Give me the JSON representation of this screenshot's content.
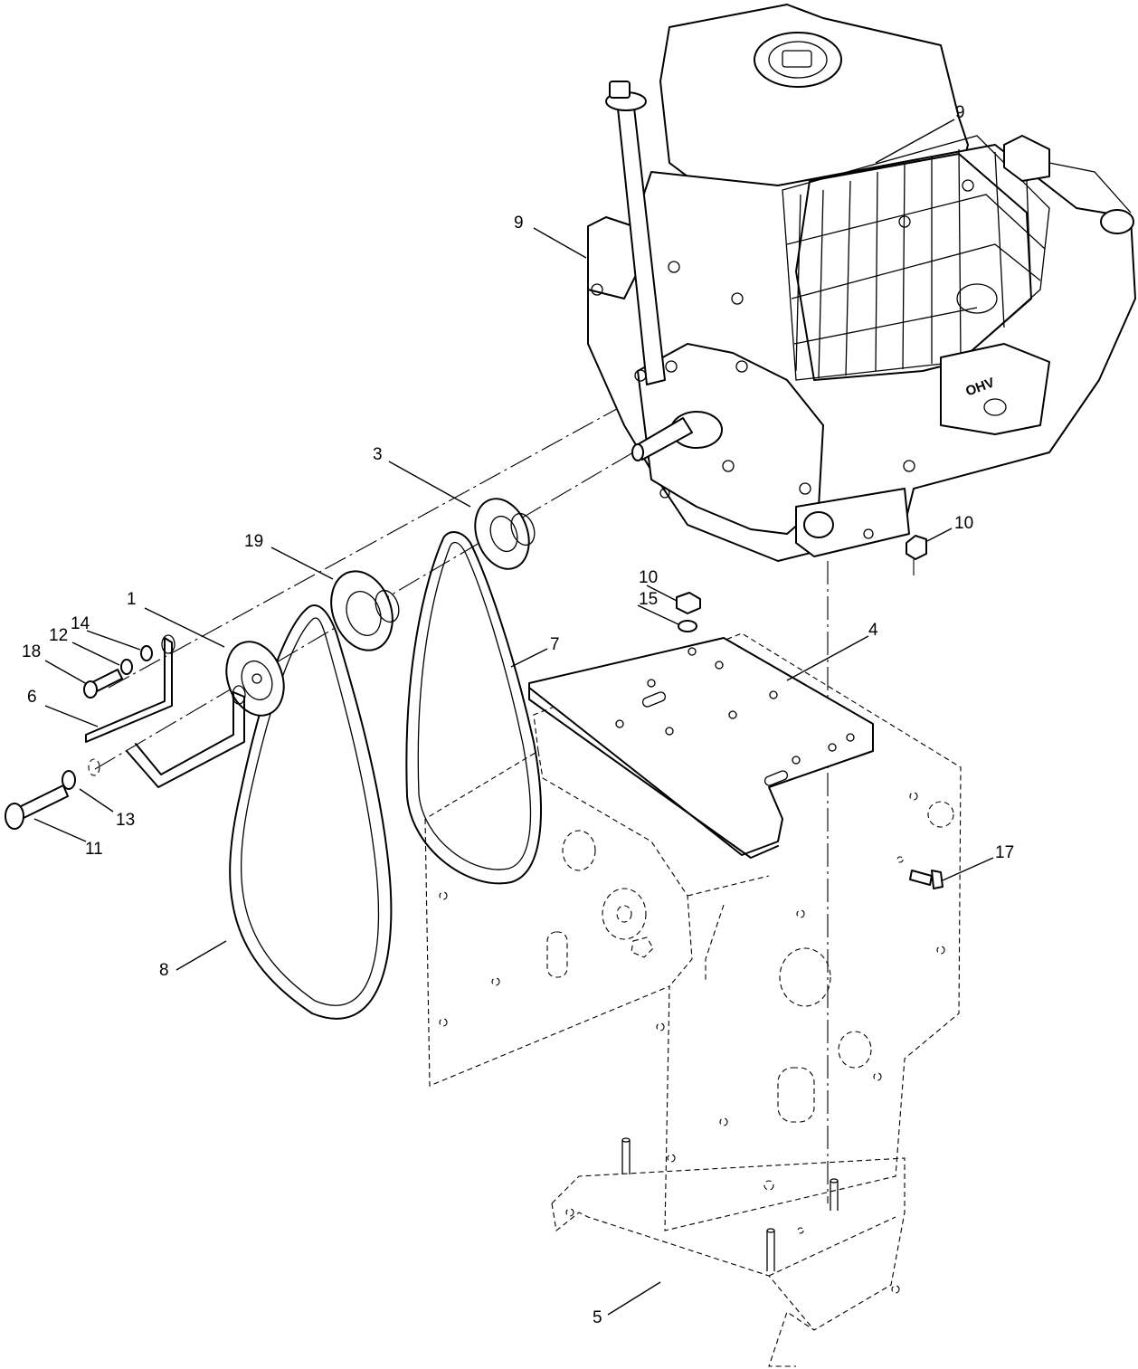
{
  "callouts": [
    {
      "label": "9"
    },
    {
      "label": "9"
    },
    {
      "label": "3"
    },
    {
      "label": "19"
    },
    {
      "label": "1"
    },
    {
      "label": "14"
    },
    {
      "label": "12"
    },
    {
      "label": "18"
    },
    {
      "label": "6"
    },
    {
      "label": "13"
    },
    {
      "label": "11"
    },
    {
      "label": "7"
    },
    {
      "label": "10"
    },
    {
      "label": "10"
    },
    {
      "label": "15"
    },
    {
      "label": "4"
    },
    {
      "label": "17"
    },
    {
      "label": "8"
    },
    {
      "label": "5"
    }
  ],
  "engine_marking": "OHV"
}
